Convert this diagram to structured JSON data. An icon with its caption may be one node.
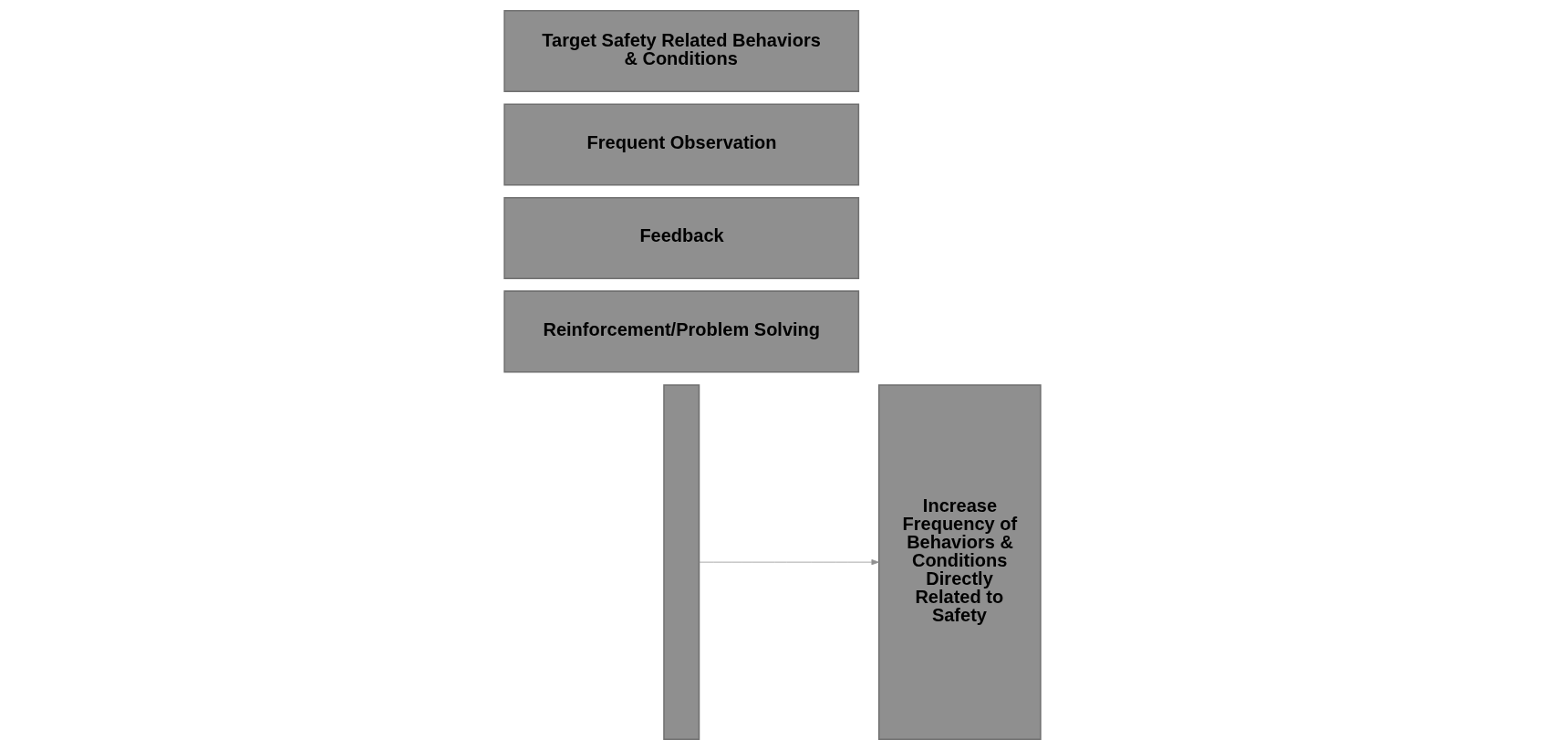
{
  "diagram": {
    "nodes": [
      {
        "text": [
          "Target Safety Related Behaviors & Conditions"
        ]
      },
      {
        "text": [
          "Frequent Observation"
        ]
      },
      {
        "text": [
          "Feedback"
        ]
      },
      {
        "text": [
          "Reinforcement/Problem Solving"
        ]
      },
      {
        "text": [],
        "shape": "bar"
      },
      {
        "text": [
          "Increase Frequency of Behaviors & Conditions Directly Related to Safety"
        ]
      }
    ],
    "edges": [
      {
        "from": 4,
        "to": 5,
        "arrow": "to"
      }
    ]
  }
}
